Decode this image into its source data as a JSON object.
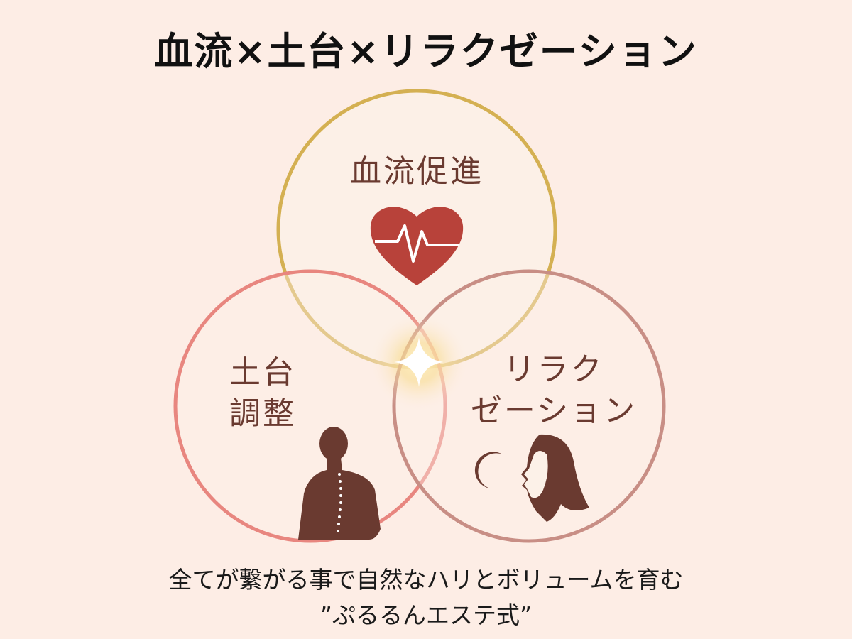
{
  "title": "血流×土台×リラクゼーション",
  "circles": [
    {
      "label": "血流促進",
      "color": "#d4b052",
      "icon": "heart-pulse-icon"
    },
    {
      "label_line1": "土台",
      "label_line2": "調整",
      "color": "#e8867f",
      "icon": "spine-silhouette-icon"
    },
    {
      "label_line1": "リラク",
      "label_line2": "ゼーション",
      "color": "#c88e85",
      "icon": "woman-moon-icon"
    }
  ],
  "caption": {
    "line1": "全てが繋がる事で自然なハリとボリュームを育む",
    "line2": "”ぷるるんエステ式”"
  }
}
